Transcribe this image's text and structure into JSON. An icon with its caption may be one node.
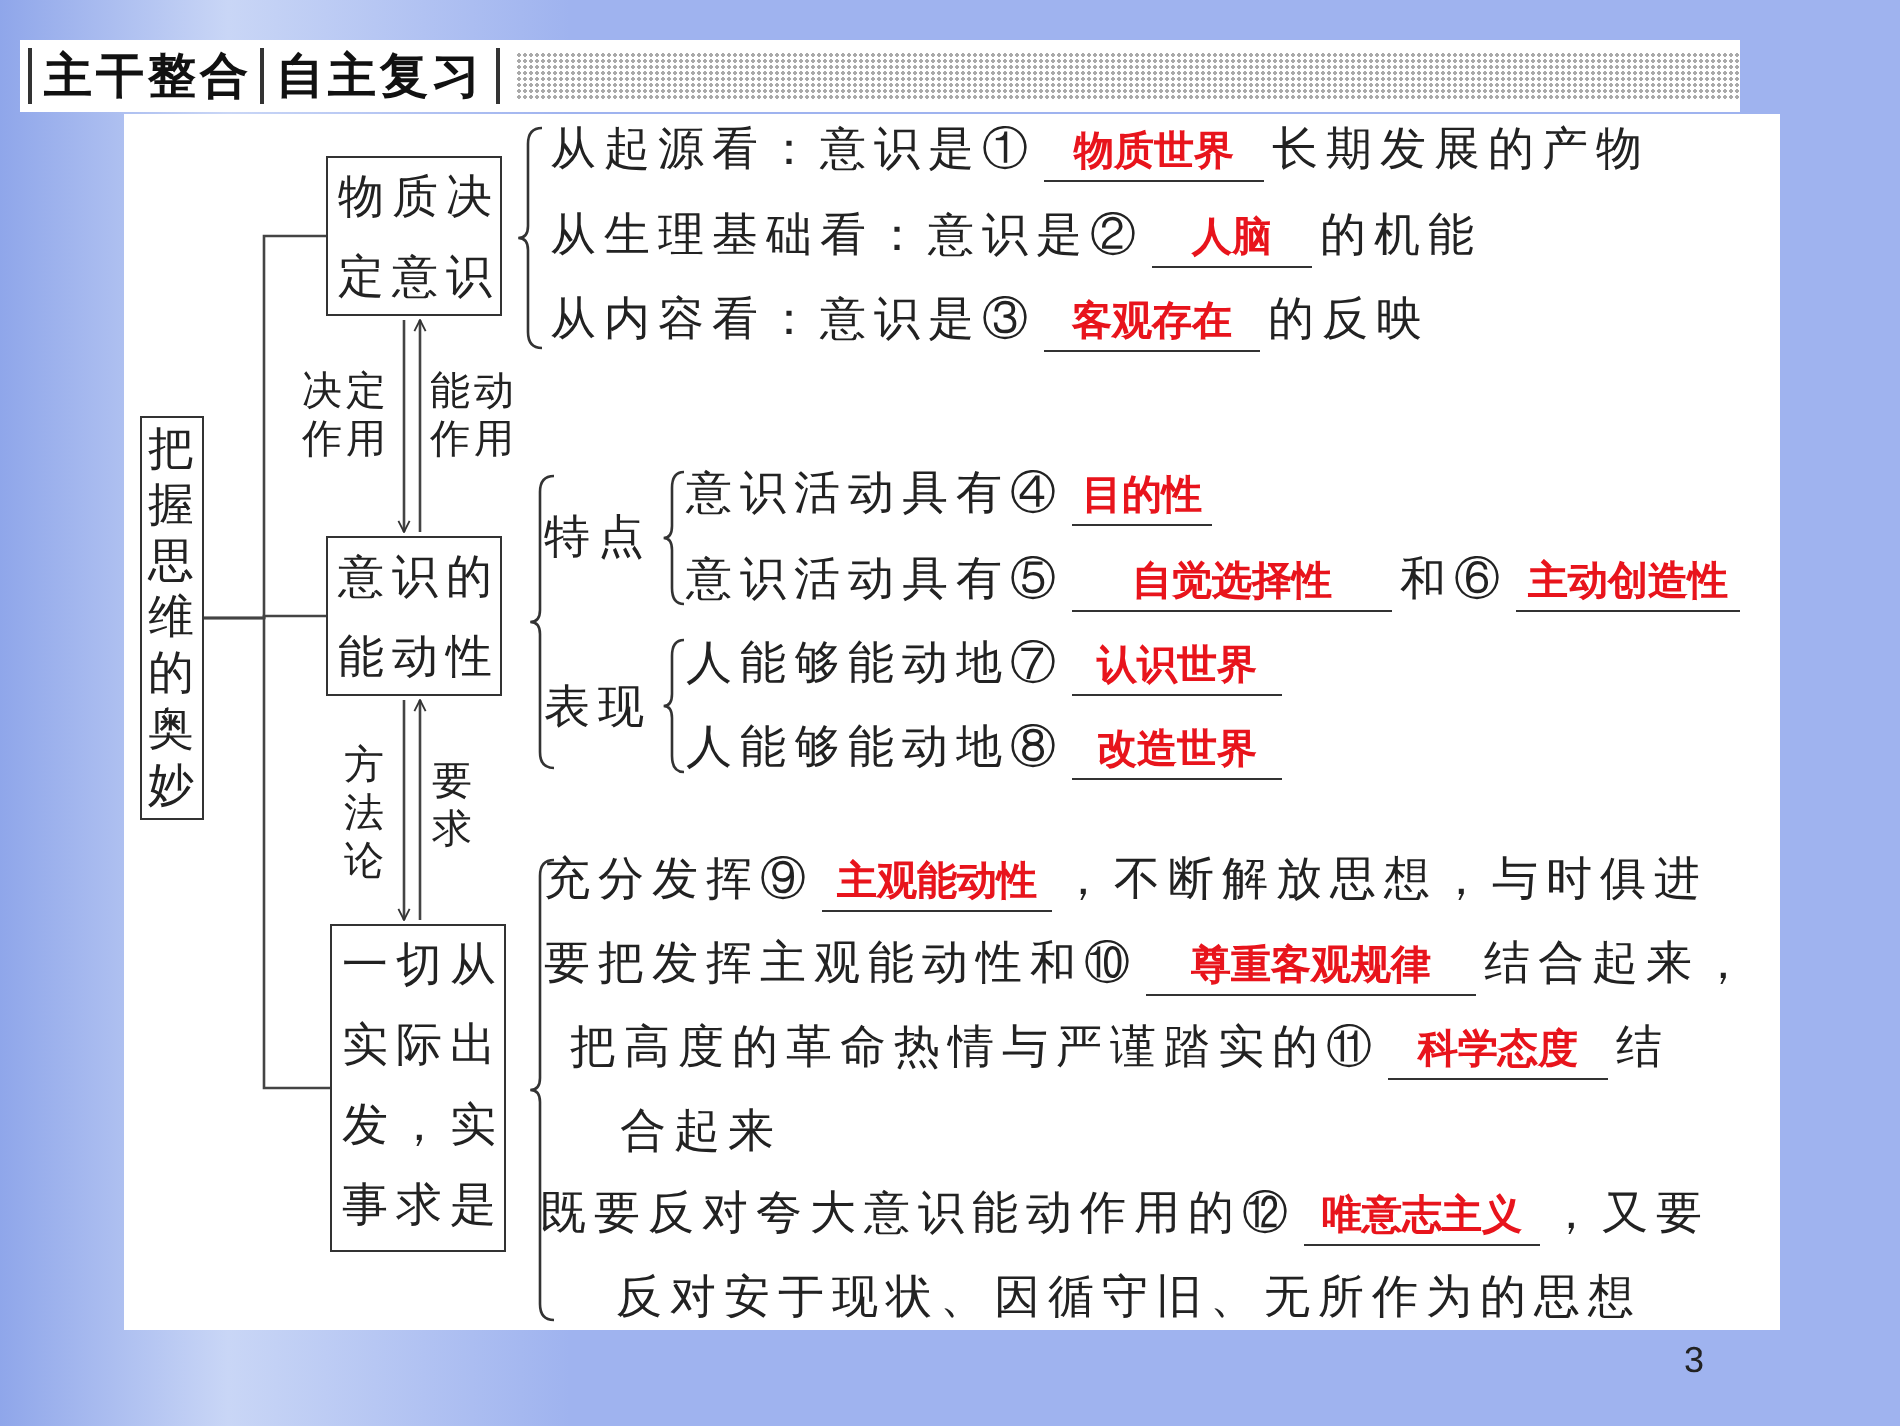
{
  "diagram": {
    "nodes": [
      {
        "text": [
          "把握思维的奥妙"
        ]
      },
      {
        "text": [
          "物质决定意识"
        ]
      },
      {
        "text": [
          "意识的能动性"
        ]
      },
      {
        "text": [
          "一切从实际出发，实事求是"
        ]
      }
    ],
    "edges": [
      {
        "from": 0,
        "to": 1,
        "arrow": "none"
      },
      {
        "from": 0,
        "to": 2,
        "arrow": "none"
      },
      {
        "from": 0,
        "to": 3,
        "arrow": "none"
      },
      {
        "from": 1,
        "to": 2,
        "arrow": "to",
        "label": "决定作用"
      },
      {
        "from": 2,
        "to": 1,
        "arrow": "to",
        "label": "能动作用"
      },
      {
        "from": 2,
        "to": 3,
        "arrow": "to",
        "label": "方法论"
      },
      {
        "from": 3,
        "to": 2,
        "arrow": "to",
        "label": "要求"
      }
    ],
    "labels": [
      "主干整合",
      "自主复习",
      "从起源看：意识是①",
      "物质世界",
      "长期发展的产物",
      "从生理基础看：意识是②",
      "人脑",
      "的机能",
      "从内容看：意识是③",
      "客观存在",
      "的反映",
      "特点",
      "意识活动具有④",
      "目的性",
      "意识活动具有⑤",
      "自觉选择性",
      "和⑥",
      "主动创造性",
      "表现",
      "人能够能动地⑦",
      "认识世界",
      "人能够能动地⑧",
      "改造世界",
      "充分发挥⑨",
      "主观能动性",
      "，不断解放思想，与时俱进",
      "要把发挥主观能动性和⑩",
      "尊重客观规律",
      "结合起来，",
      "把高度的革命热情与严谨踏实的⑪",
      "科学态度",
      "结合起来",
      "既要反对夸大意识能动作用的⑫",
      "唯意志主义",
      "，又要反对安于现状、因循守旧、无所作为的思想",
      "3"
    ]
  }
}
